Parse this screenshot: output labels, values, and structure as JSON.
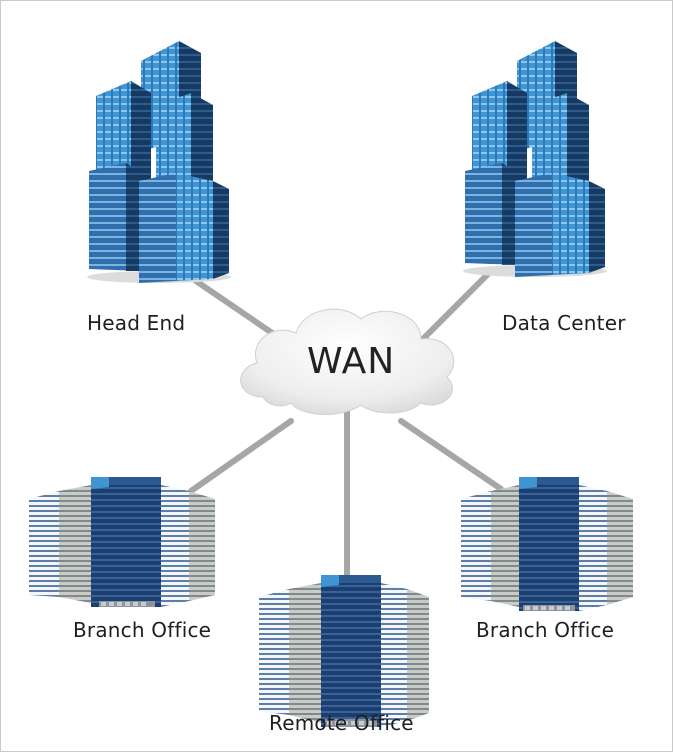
{
  "diagram": {
    "hub": {
      "label": "WAN",
      "icon": "cloud-icon"
    },
    "sites": [
      {
        "id": "head-end",
        "label": "Head End",
        "icon": "skyscraper-icon"
      },
      {
        "id": "data-center",
        "label": "Data Center",
        "icon": "skyscraper-icon"
      },
      {
        "id": "branch-office-left",
        "label": "Branch Office",
        "icon": "office-building-icon"
      },
      {
        "id": "remote-office",
        "label": "Remote Office",
        "icon": "office-building-icon"
      },
      {
        "id": "branch-office-right",
        "label": "Branch Office",
        "icon": "office-building-icon"
      }
    ],
    "links": [
      {
        "from": "head-end",
        "to": "wan"
      },
      {
        "from": "data-center",
        "to": "wan"
      },
      {
        "from": "branch-office-left",
        "to": "wan"
      },
      {
        "from": "remote-office",
        "to": "wan"
      },
      {
        "from": "branch-office-right",
        "to": "wan"
      }
    ],
    "colors": {
      "link": "#a6a6a6",
      "tower_blue": "#3f95d3",
      "tower_dark": "#16355f",
      "office_navy": "#1b3f6f",
      "cloud": "#f2f2f2"
    }
  }
}
